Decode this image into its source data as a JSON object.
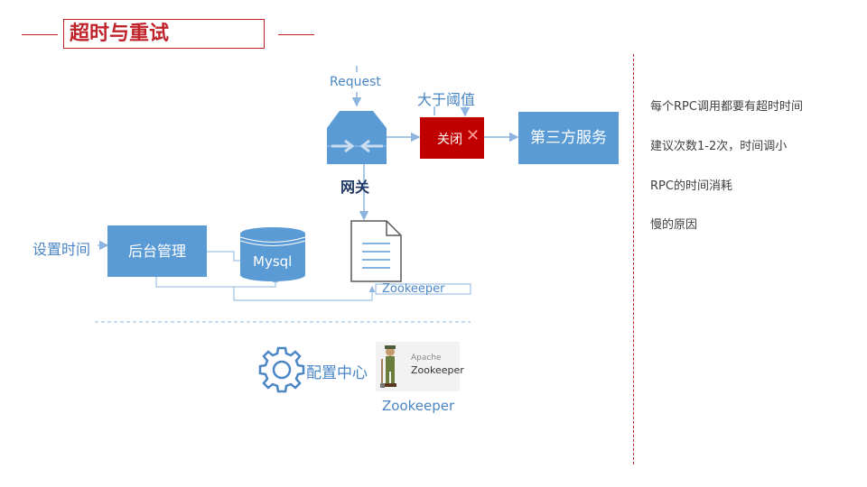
{
  "slide": {
    "title": "超时与重试"
  },
  "diagram": {
    "request_label": "Request",
    "threshold_label": "大于阈值",
    "close_label": "关闭",
    "third_party_label": "第三方服务",
    "gateway_label": "网关",
    "set_time_label": "设置时间",
    "backend_label": "后台管理",
    "mysql_label": "Mysql",
    "zookeeper_doc_label": "Zookeeper",
    "config_center_label": "配置中心",
    "apache_label": "Apache",
    "zookeeper_logo_label": "Zookeeper",
    "zookeeper_bottom_label": "Zookeeper"
  },
  "notes": [
    "每个RPC调用都要有超时时间",
    "建议次数1-2次，时间调小",
    "RPC的时间消耗",
    "慢的原因"
  ],
  "colors": {
    "accent_red": "#c0222a",
    "box_blue": "#5b9bd5",
    "close_red": "#c00000",
    "line_blue": "#8cb4df",
    "text_blue": "#4a86c5"
  }
}
